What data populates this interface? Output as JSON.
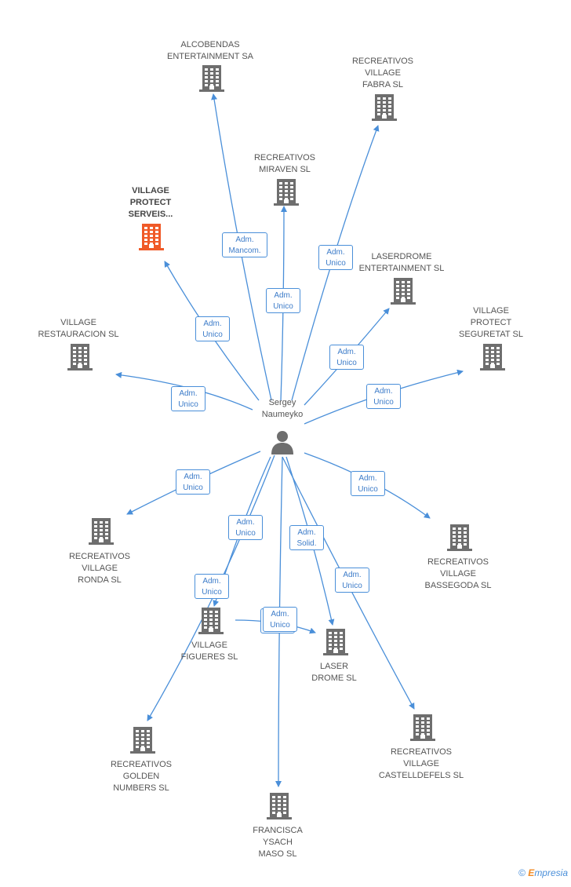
{
  "person": {
    "name_line1": "Sergey",
    "name_line2": "Naumeyko"
  },
  "colors": {
    "edge": "#4a8fd9",
    "building": "#6e6e6e",
    "highlight": "#f05a28",
    "person": "#6e6e6e"
  },
  "companies": [
    {
      "id": "alcobendas",
      "lines": [
        "ALCOBENDAS",
        "ENTERTAINMENT SA"
      ],
      "highlight": false
    },
    {
      "id": "village-fabra",
      "lines": [
        "RECREATIVOS",
        "VILLAGE",
        "FABRA SL"
      ],
      "highlight": false
    },
    {
      "id": "miraven",
      "lines": [
        "RECREATIVOS",
        "MIRAVEN SL"
      ],
      "highlight": false
    },
    {
      "id": "village-protect-serveis",
      "lines": [
        "VILLAGE",
        "PROTECT",
        "SERVEIS..."
      ],
      "highlight": true
    },
    {
      "id": "laserdrome-entertainment",
      "lines": [
        "LASERDROME",
        "ENTERTAINMENT SL"
      ],
      "highlight": false
    },
    {
      "id": "village-restauracion",
      "lines": [
        "VILLAGE",
        "RESTAURACION SL"
      ],
      "highlight": false
    },
    {
      "id": "village-protect-seguretat",
      "lines": [
        "VILLAGE",
        "PROTECT",
        "SEGURETAT SL"
      ],
      "highlight": false
    },
    {
      "id": "village-ronda",
      "lines": [
        "RECREATIVOS",
        "VILLAGE",
        "RONDA SL"
      ],
      "highlight": false
    },
    {
      "id": "village-bassegoda",
      "lines": [
        "RECREATIVOS",
        "VILLAGE",
        "BASSEGODA SL"
      ],
      "highlight": false
    },
    {
      "id": "village-figueres",
      "lines": [
        "VILLAGE",
        "FIGUERES SL"
      ],
      "highlight": false
    },
    {
      "id": "laser-drome",
      "lines": [
        "LASER",
        "DROME SL"
      ],
      "highlight": false
    },
    {
      "id": "golden-numbers",
      "lines": [
        "RECREATIVOS",
        "GOLDEN",
        "NUMBERS SL"
      ],
      "highlight": false
    },
    {
      "id": "village-castelldefels",
      "lines": [
        "RECREATIVOS",
        "VILLAGE",
        "CASTELLDEFELS SL"
      ],
      "highlight": false
    },
    {
      "id": "francisca-ysach",
      "lines": [
        "FRANCISCA",
        "YSACH",
        "MASO SL"
      ],
      "highlight": false
    }
  ],
  "relations": [
    {
      "to": "alcobendas",
      "lines": [
        "Adm.",
        "Mancom."
      ]
    },
    {
      "to": "village-fabra",
      "lines": [
        "Adm.",
        "Unico"
      ]
    },
    {
      "to": "miraven",
      "lines": [
        "Adm.",
        "Unico"
      ]
    },
    {
      "to": "village-protect-serveis",
      "lines": [
        "Adm.",
        "Unico"
      ]
    },
    {
      "to": "laserdrome-entertainment",
      "lines": [
        "Adm.",
        "Unico"
      ]
    },
    {
      "to": "village-restauracion",
      "lines": [
        "Adm.",
        "Unico"
      ]
    },
    {
      "to": "village-protect-seguretat",
      "lines": [
        "Adm.",
        "Unico"
      ]
    },
    {
      "to": "village-ronda",
      "lines": [
        "Adm.",
        "Unico"
      ]
    },
    {
      "to": "village-bassegoda",
      "lines": [
        "Adm.",
        "Unico"
      ]
    },
    {
      "to": "golden-numbers",
      "lines": [
        "Adm.",
        "Unico"
      ]
    },
    {
      "to": "laser-drome",
      "lines": [
        "Adm.",
        "Solid."
      ]
    },
    {
      "to": "village-figueres",
      "lines": [
        "Adm.",
        "Unico"
      ]
    },
    {
      "to": "village-castelldefels",
      "lines": [
        "Adm.",
        "Unico"
      ]
    },
    {
      "to": "francisca-ysach",
      "lines": [
        "Adm.",
        "Unico"
      ]
    },
    {
      "to": "laser-drome",
      "lines": [
        "Adm.",
        "Unico"
      ]
    }
  ],
  "footer": {
    "copyright": "©",
    "brand_e": "E",
    "brand_rest": "mpresia"
  }
}
